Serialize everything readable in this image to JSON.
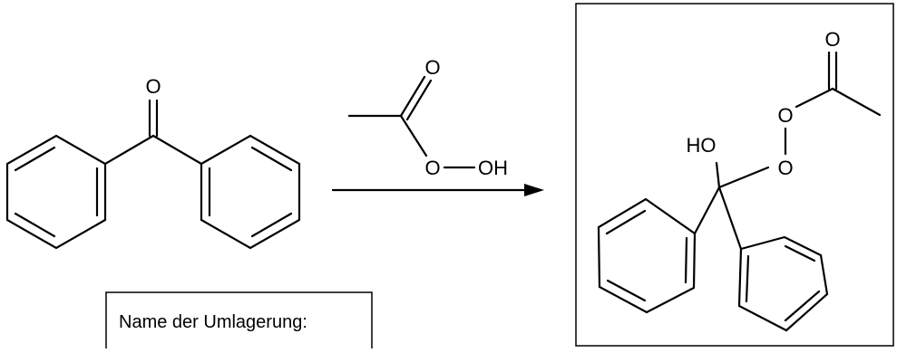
{
  "reactant": {
    "atoms": {
      "carbonyl_oxygen": "O"
    }
  },
  "reagent": {
    "atoms": {
      "carbonyl_oxygen": "O",
      "ester_oxygen": "O",
      "hydroxyl": "OH"
    }
  },
  "product": {
    "atoms": {
      "hydroxyl": "HO",
      "peroxy_oxygen_1": "O",
      "peroxy_oxygen_2": "O",
      "carbonyl_oxygen": "O"
    }
  },
  "name_box": {
    "label": "Name der Umlagerung:"
  }
}
